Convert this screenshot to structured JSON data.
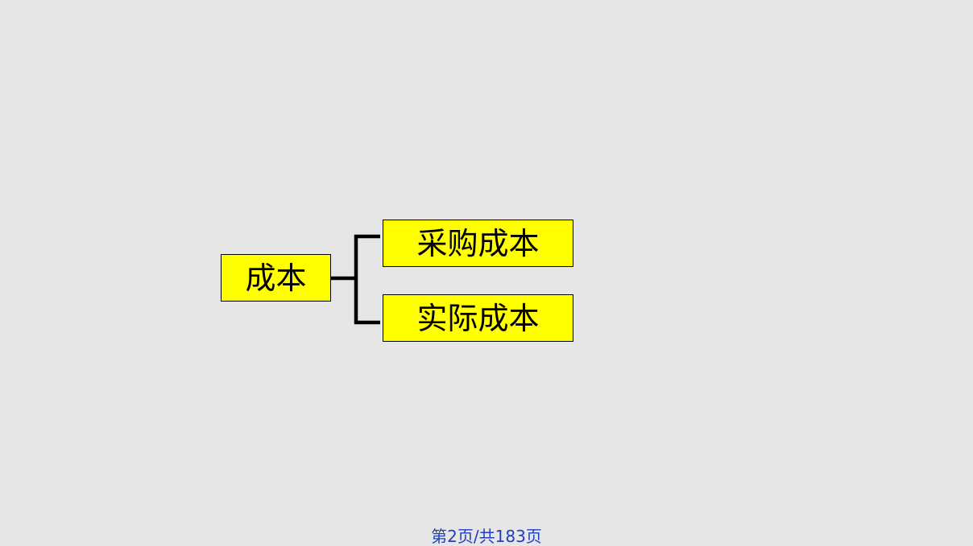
{
  "diagram": {
    "root": {
      "label": "成本"
    },
    "children": [
      {
        "label": "采购成本"
      },
      {
        "label": "实际成本"
      }
    ]
  },
  "footer": {
    "page_label": "第2页/共183页"
  },
  "colors": {
    "background": "#e6e6e6",
    "box_fill": "#ffff00",
    "box_border": "#000000",
    "connector": "#000000",
    "footer_text": "#1f3fbf"
  }
}
